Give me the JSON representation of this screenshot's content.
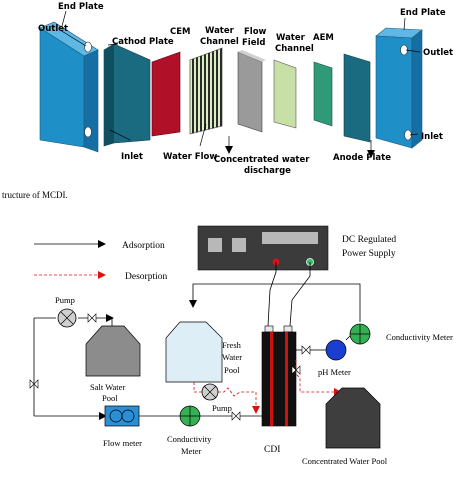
{
  "top": {
    "labels": {
      "end_plate_left": "End Plate",
      "outlet_left": "Outlet",
      "inlet_left": "Inlet",
      "cathod_plate": "Cathod Plate",
      "cem": "CEM",
      "water_channel_1_a": "Water",
      "water_channel_1_b": "Channel",
      "water_flow": "Water Flow",
      "flow_field_a": "Flow",
      "flow_field_b": "Field",
      "conc_water_a": "Concentrated water",
      "conc_water_b": "discharge",
      "water_channel_2_a": "Water",
      "water_channel_2_b": "Channel",
      "aem": "AEM",
      "anode_plate": "Anode Plate",
      "end_plate_right": "End Plate",
      "outlet_right": "Outlet",
      "inlet_right": "Inlet"
    },
    "caption_fragment": "tructure of MCDI."
  },
  "bottom": {
    "legend": {
      "adsorption": "Adsorption",
      "desorption": "Desorption"
    },
    "power_supply_a": "DC Regulated",
    "power_supply_b": "Power Supply",
    "pump_top": "Pump",
    "salt_water_a": "Salt Water",
    "salt_water_b": "Pool",
    "fresh_water_a": "Fresh",
    "fresh_water_b": "Water",
    "fresh_water_c": "Pool",
    "pump_bottom": "Pump",
    "flow_meter": "Flow meter",
    "conductivity_meter_left_a": "Conductivity",
    "conductivity_meter_left_b": "Meter",
    "cdi": "CDI",
    "ph_meter": "pH Meter",
    "conductivity_meter_right": "Conductivity Meter",
    "concentrated_pool": "Concentrated Water Pool"
  },
  "colors": {
    "end_plate": "#1f8fc8",
    "cathod_plate": "#1a6a80",
    "cem": "#b01028",
    "water_channel": "#d8ecc0",
    "flow_field": "#9a9a9a",
    "aem": "#2f9a78",
    "anode_plate": "#1a6a80",
    "power_supply": "#3b3b3b",
    "tank_gray": "#8c8c8c",
    "fresh_tank": "#deeef7",
    "dark_tank": "#3e3e3e",
    "meter_green": "#35b054",
    "ph_blue": "#1a3fd0",
    "flow_meter_blue": "#2b8fd6",
    "cdi_red": "#cc1111"
  }
}
